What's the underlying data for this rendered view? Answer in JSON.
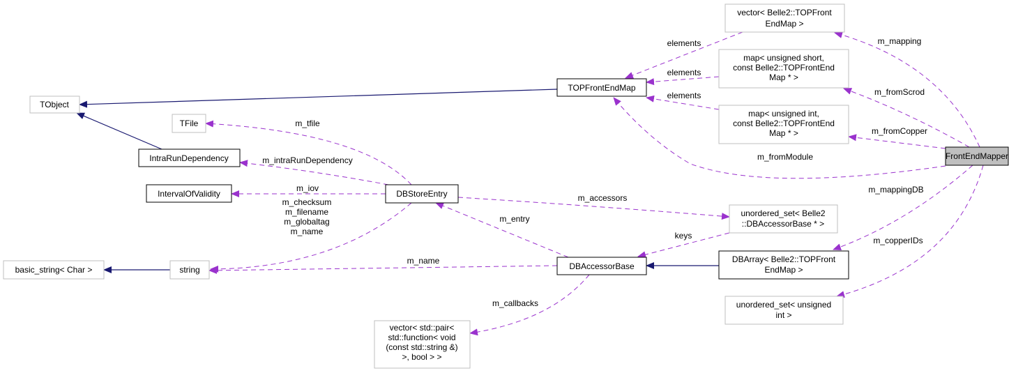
{
  "nodes": {
    "tobject": "TObject",
    "tfile": "TFile",
    "intra": "IntraRunDependency",
    "iov": "IntervalOfValidity",
    "dbstore": "DBStoreEntry",
    "basic_string": "basic_string< Char >",
    "string": "string",
    "dbaccessor": "DBAccessorBase",
    "callbacks_type": [
      "vector< std::pair<",
      "std::function< void",
      "(const std::string &)",
      ">, bool > >"
    ],
    "topfem": "TOPFrontEndMap",
    "vector_top": [
      "vector< Belle2::TOPFront",
      "EndMap >"
    ],
    "map_short": [
      "map< unsigned short,",
      "const Belle2::TOPFrontEnd",
      "Map * >"
    ],
    "map_int": [
      "map< unsigned int,",
      "const Belle2::TOPFrontEnd",
      "Map * >"
    ],
    "fem": "FrontEndMapper",
    "uset_acc": [
      "unordered_set< Belle2",
      "::DBAccessorBase * >"
    ],
    "dbarray": [
      "DBArray< Belle2::TOPFront",
      "EndMap >"
    ],
    "uset_uint": [
      "unordered_set< unsigned",
      "int >"
    ]
  },
  "edges": {
    "m_tfile": "m_tfile",
    "m_intra": "m_intraRunDependency",
    "m_iov": "m_iov",
    "dbstore_string": [
      "m_checksum",
      "m_filename",
      "m_globaltag",
      "m_name"
    ],
    "m_name": "m_name",
    "m_entry": "m_entry",
    "m_accessors": "m_accessors",
    "keys": "keys",
    "m_callbacks": "m_callbacks",
    "elements_vec": "elements",
    "elements_short": "elements",
    "elements_int": "elements",
    "m_mapping": "m_mapping",
    "m_fromScrod": "m_fromScrod",
    "m_fromCopper": "m_fromCopper",
    "m_fromModule": "m_fromModule",
    "m_mappingDB": "m_mappingDB",
    "m_copperIDs": "m_copperIDs"
  },
  "colors": {
    "inheritance": "#191970",
    "usage": "#9a32cd",
    "focus_fill": "#bfbfbf"
  }
}
